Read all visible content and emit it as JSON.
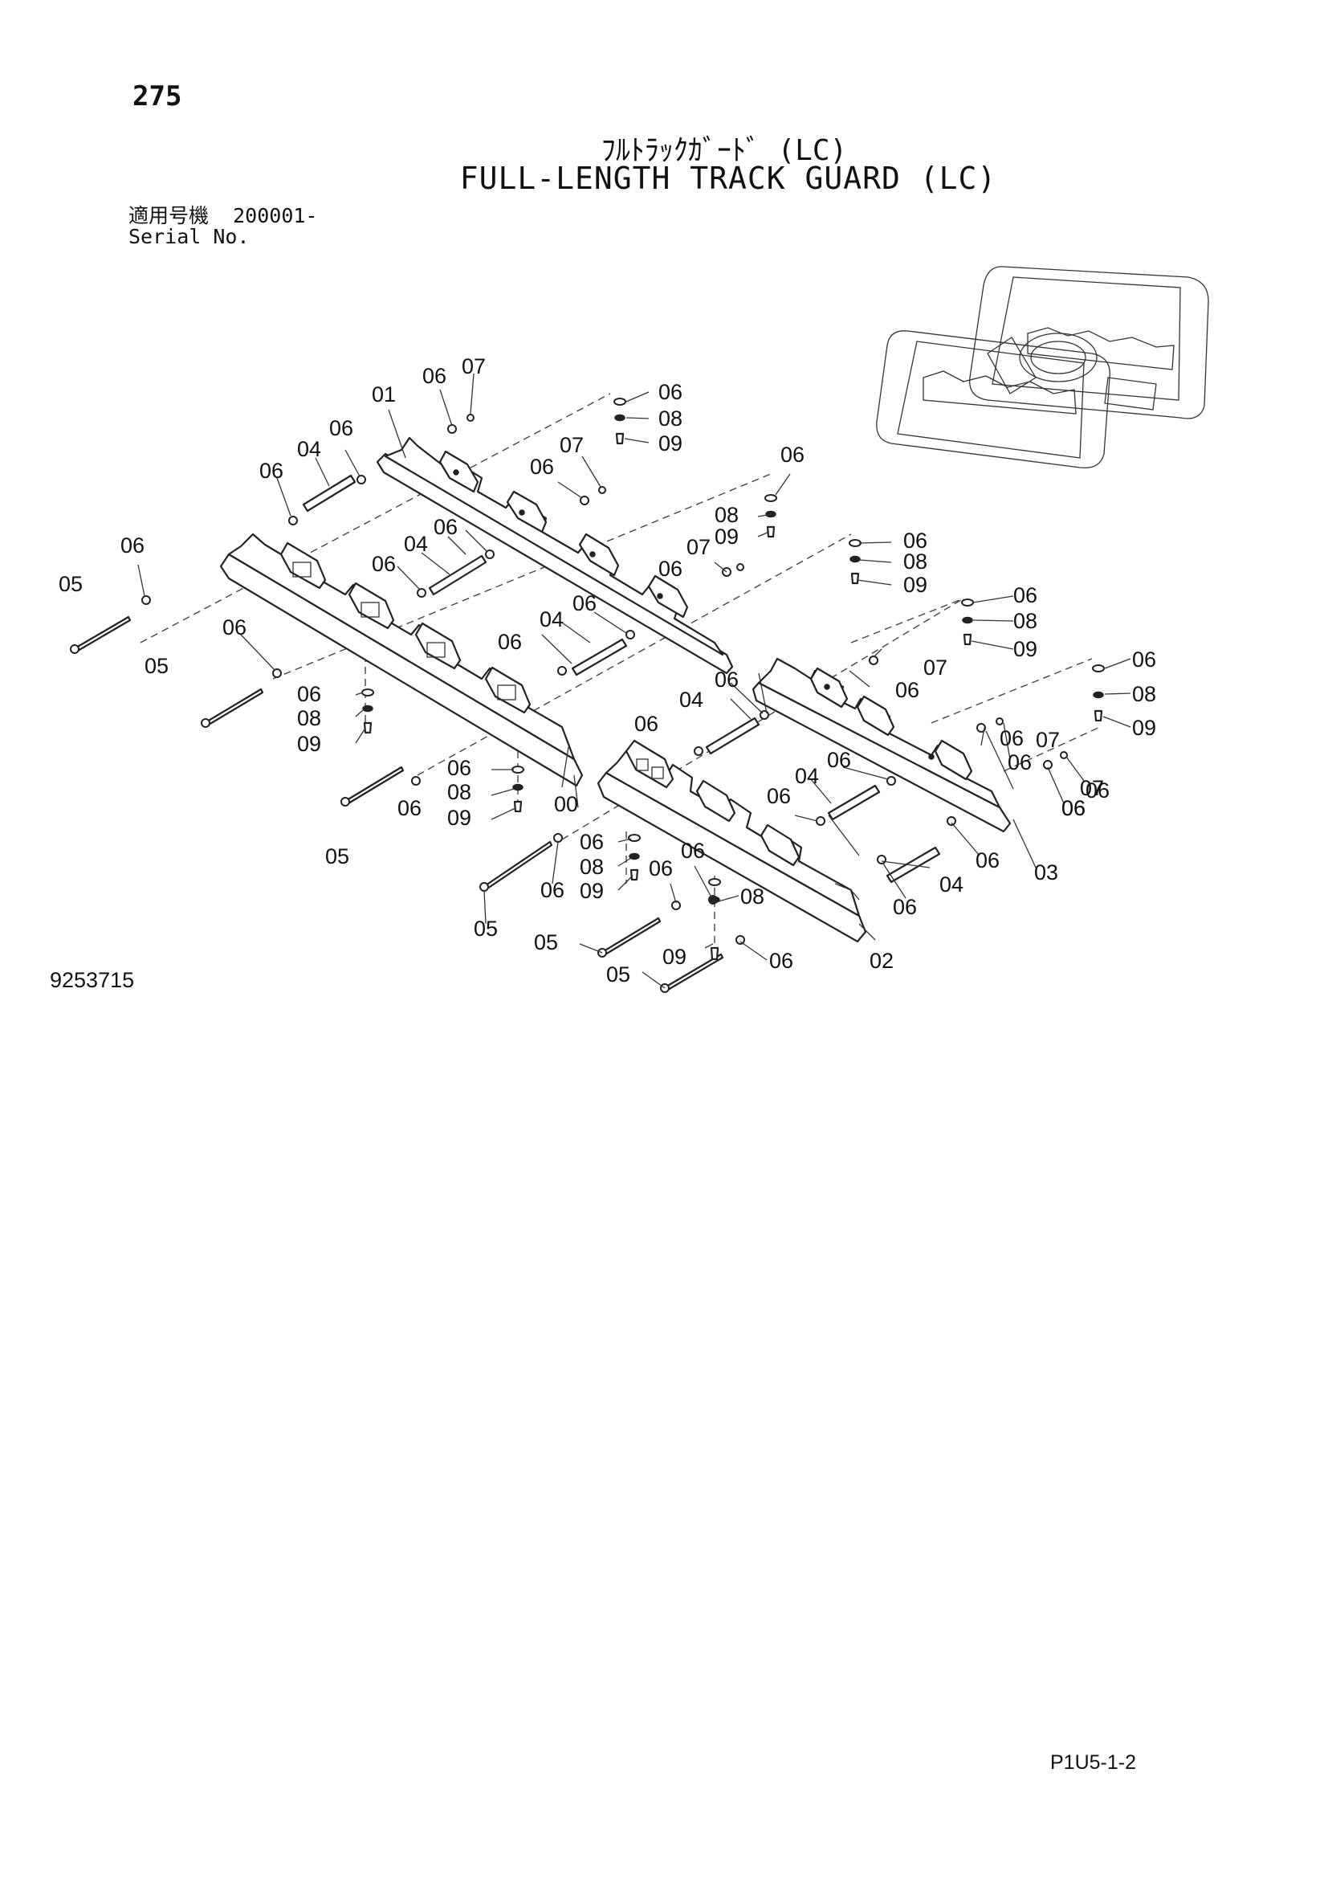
{
  "header": {
    "page_number": "275",
    "title_jp": "ﾌﾙﾄﾗｯｸｶﾞｰﾄﾞ (LC)",
    "title_en": "FULL-LENGTH TRACK GUARD (LC)",
    "serial_label_jp": "適用号機",
    "serial_value": "200001-",
    "serial_label_en": "Serial No."
  },
  "footer": {
    "drawing_number": "9253715",
    "page_code": "P1U5-1-2"
  },
  "callouts": {
    "c1": "01",
    "c2": "06",
    "c3": "07",
    "c4": "06",
    "c5": "08",
    "c6": "09",
    "c7": "06",
    "c8": "04",
    "c9": "06",
    "c10": "06",
    "c11": "07",
    "c12": "06",
    "c13": "08",
    "c14": "09",
    "c15": "07",
    "c16": "06",
    "c17": "05",
    "c18": "06",
    "c19": "04",
    "c20": "06",
    "c21": "06",
    "c22": "06",
    "c23": "08",
    "c24": "09",
    "c25": "06",
    "c26": "05",
    "c27": "06",
    "c28": "04",
    "c29": "06",
    "c30": "06",
    "c31": "08",
    "c32": "09",
    "c33": "07",
    "c34": "06",
    "c35": "06",
    "c36": "08",
    "c37": "09",
    "c38": "06",
    "c39": "08",
    "c40": "09",
    "c41": "05",
    "c42": "06",
    "c43": "06",
    "c44": "08",
    "c45": "09",
    "c46": "00",
    "c47": "06",
    "c48": "04",
    "c49": "06",
    "c50": "06",
    "c51": "06",
    "c52": "07",
    "c53": "06",
    "c54": "04",
    "c55": "06",
    "c56": "06",
    "c57": "07",
    "c58": "06",
    "c59": "08",
    "c60": "09",
    "c61": "06",
    "c62": "06",
    "c63": "08",
    "c64": "05",
    "c65": "06",
    "c66": "05",
    "c67": "09",
    "c68": "06",
    "c69": "05",
    "c70": "02",
    "c71": "06",
    "c72": "04",
    "c73": "06",
    "c74": "03",
    "c75": "06",
    "c76": "06"
  }
}
